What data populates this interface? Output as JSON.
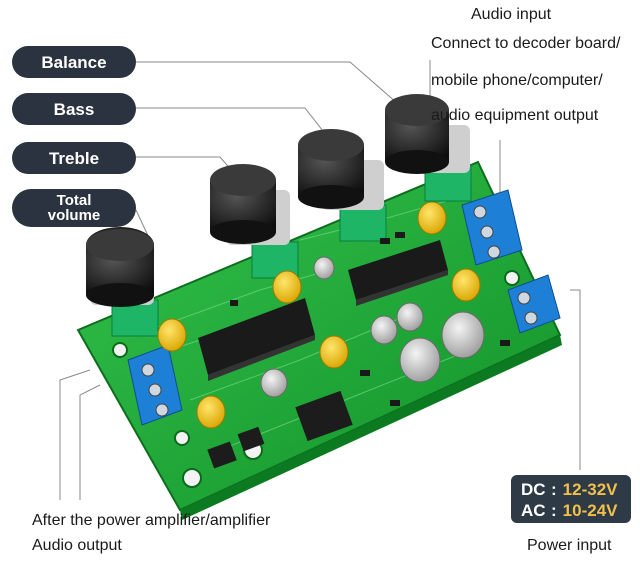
{
  "labels": {
    "balance": "Balance",
    "bass": "Bass",
    "treble": "Treble",
    "total_volume_line1": "Total",
    "total_volume_line2": "volume"
  },
  "audio_input": {
    "title": "Audio input",
    "line1": "Connect to decoder board/",
    "line2": "mobile phone/computer/",
    "line3": "audio equipment output"
  },
  "audio_output": {
    "line1": "After the power amplifier/amplifier",
    "line2": "Audio output"
  },
  "power": {
    "title": "Power input",
    "dc_label": "DC",
    "dc_value": "12-32V",
    "ac_label": "AC",
    "ac_value": "10-24V",
    "sep": ":"
  },
  "colors": {
    "pill_bg": "#2c3340",
    "pcb_green": "#1fae3a",
    "spec_value": "#f0c04a"
  }
}
